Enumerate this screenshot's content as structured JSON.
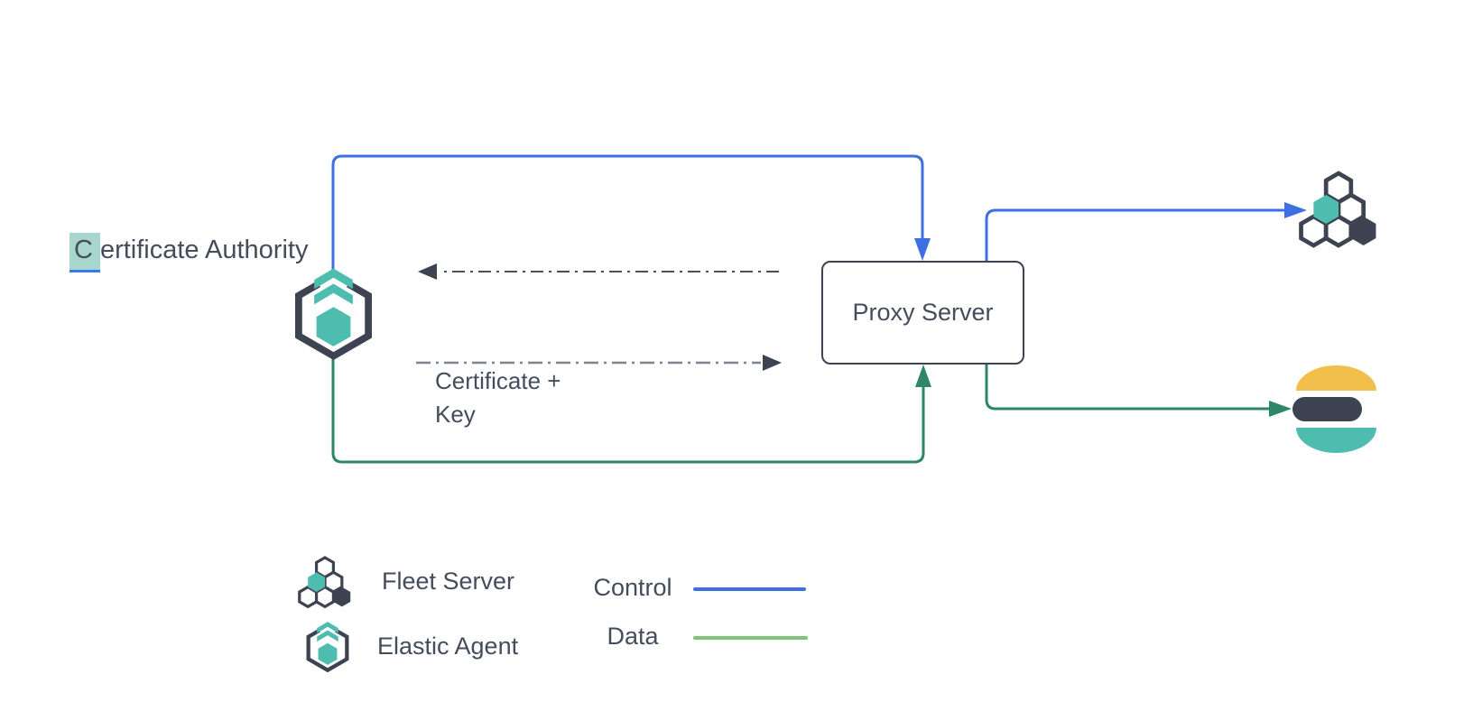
{
  "diagram": {
    "certificate_authority": {
      "first_letter": "C",
      "rest": "ertificate Authority"
    },
    "proxy_server_label": "Proxy Server",
    "certificate_key_label": "Certificate +\nKey",
    "nodes": [
      "Certificate Authority",
      "Elastic Agent",
      "Proxy Server",
      "Fleet Server",
      "Elasticsearch"
    ]
  },
  "legend": {
    "items": [
      {
        "icon": "fleet-server-icon",
        "label": "Fleet Server"
      },
      {
        "icon": "elastic-agent-icon",
        "label": "Elastic Agent"
      }
    ],
    "lines": [
      {
        "label": "Control",
        "color": "#3e70e3"
      },
      {
        "label": "Data",
        "color": "#7cc57a"
      }
    ]
  },
  "colors": {
    "control_blue": "#3e70e3",
    "data_green_diagram": "#2e8568",
    "data_green_legend": "#7cc57a",
    "teal": "#4ebdb0",
    "slate": "#3d4350",
    "text": "#444d5c",
    "yellow": "#f2bf4a",
    "highlight_teal": "#a7d7cc",
    "highlight_underline_blue": "#3b78e7",
    "dash_dark": "#49505c",
    "dash_gray": "#7e8591"
  }
}
